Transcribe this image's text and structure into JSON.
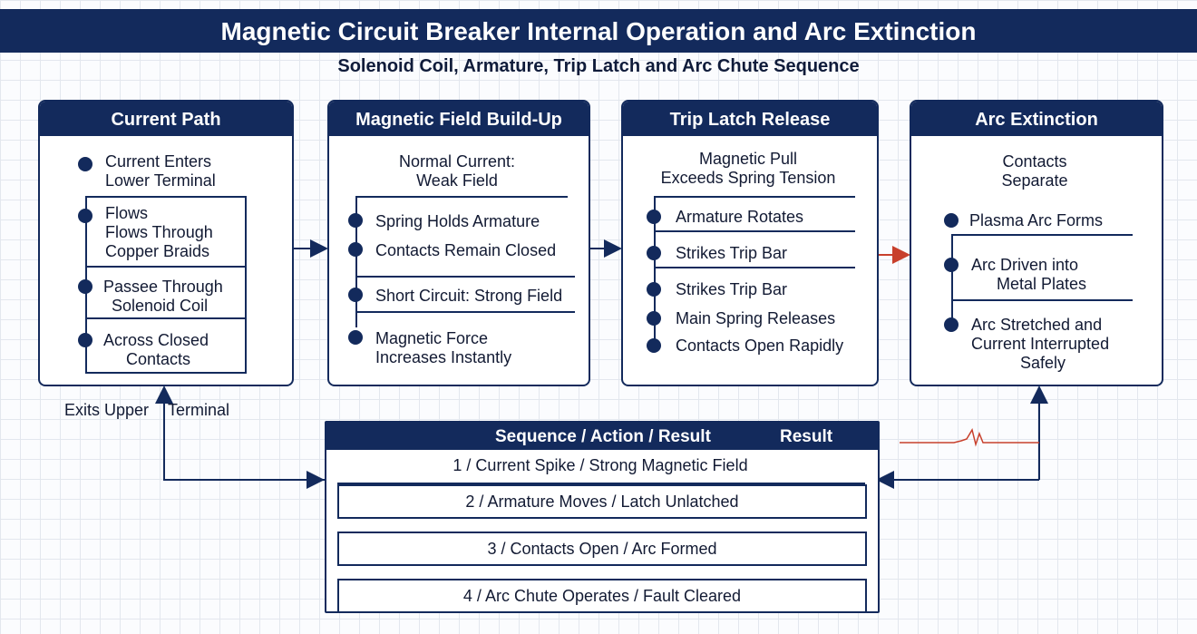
{
  "header": {
    "title": "Magnetic Circuit Breaker Internal Operation and Arc Extinction",
    "subtitle": "Solenoid Coil, Armature, Trip Latch and Arc Chute Sequence"
  },
  "colors": {
    "navy": "#132a5c",
    "accent_red": "#c8402c",
    "grid": "#e3e7ee"
  },
  "panels": {
    "current_path": {
      "title": "Current Path",
      "items": [
        [
          "Current Enters",
          "Lower Terminal"
        ],
        [
          "Flows",
          "Flows Through",
          "Copper Braids"
        ],
        [
          "Passee Through",
          "Solenoid Coil"
        ],
        [
          "Across Closed",
          "Contacts"
        ]
      ],
      "exit_label_1": "Exits Upper",
      "exit_label_2": "Terminal"
    },
    "magnetic_field": {
      "title": "Magnetic Field Build-Up",
      "intro": [
        "Normal Current:",
        "Weak Field"
      ],
      "items": [
        [
          "Spring Holds Armature"
        ],
        [
          "Contacts Remain Closed"
        ],
        [
          "Short Circuit: Strong Field"
        ],
        [
          "Magnetic Force",
          "Increases Instantly"
        ]
      ]
    },
    "trip_latch": {
      "title": "Trip Latch Release",
      "intro": [
        "Magnetic Pull",
        "Exceeds Spring Tension"
      ],
      "items": [
        [
          "Armature Rotates"
        ],
        [
          "Strikes Trip Bar"
        ],
        [
          "Strikes Trip Bar"
        ],
        [
          "Main Spring Releases"
        ],
        [
          "Contacts Open Rapidly"
        ]
      ]
    },
    "arc_extinction": {
      "title": "Arc Extinction",
      "intro": [
        "Contacts",
        "Separate"
      ],
      "items": [
        [
          "Plasma Arc Forms"
        ],
        [
          "Arc Driven into",
          "Metal Plates"
        ],
        [
          "Arc Stretched and",
          "Current Interrupted",
          "Safely"
        ]
      ]
    }
  },
  "sequence_table": {
    "header_left": "Sequence / Action / Result",
    "header_right": "Result",
    "rows": [
      "1 / Current Spike / Strong Magnetic Field",
      "2 / Armature Moves / Latch Unlatched",
      "3 / Contacts Open / Arc Formed",
      "4 / Arc Chute Operates / Fault Cleared"
    ]
  }
}
